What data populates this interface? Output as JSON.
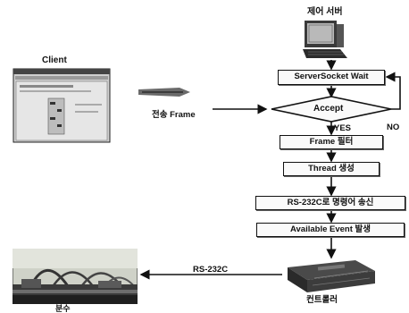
{
  "server": {
    "label": "제어 서버",
    "icon": "computer-icon"
  },
  "client": {
    "label": "Client",
    "icon": "client-window-icon"
  },
  "transfer": {
    "label": "전송 Frame",
    "icon": "frame-packet-icon"
  },
  "flow": {
    "wait": "ServerSocket Wait",
    "accept": "Accept",
    "no": "NO",
    "yes": "YES",
    "filter": "Frame 필터",
    "thread": "Thread 생성",
    "send": "RS-232C로 명령어 송신",
    "event": "Available Event 발생"
  },
  "link": {
    "label": "RS-232C"
  },
  "controller": {
    "label": "컨트롤러",
    "icon": "controller-device-icon"
  },
  "fountain": {
    "label": "분수",
    "icon": "fountain-photo-icon"
  },
  "colors": {
    "line": "#111111",
    "box_fill": "#fafafa",
    "photo_sky": "#cfd2c8"
  }
}
